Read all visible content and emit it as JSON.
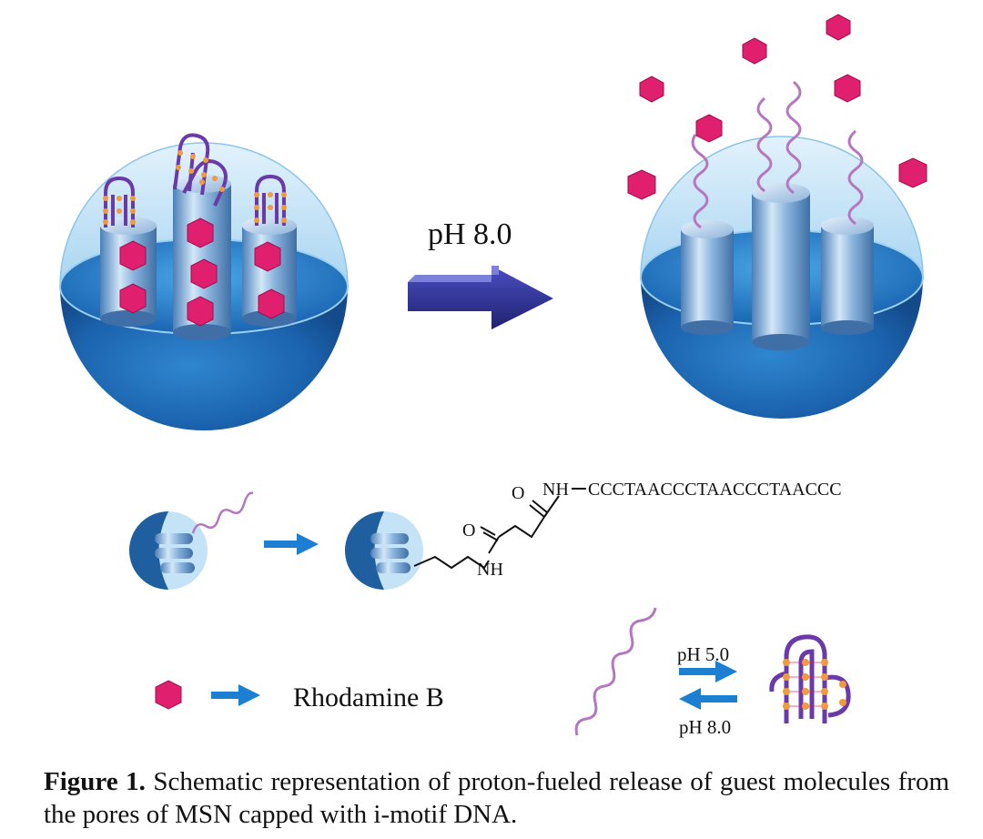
{
  "figure": {
    "arrow_main_label": "pH 8.0",
    "chem_nh_top": "NH",
    "chem_sequence": "CCCTAACCCTAACCCTAACCC",
    "chem_o_top": "O",
    "chem_o_bottom": "O",
    "chem_nh_bottom": "NH",
    "legend_label": "Rhodamine B",
    "eq_forward_label": "pH 5.0",
    "eq_reverse_label": "pH 8.0"
  },
  "caption": {
    "label": "Figure 1.",
    "text": "Schematic representation of proton-fueled release of guest molecules from the pores of MSN capped with i-motif DNA."
  },
  "colors": {
    "sphere_light": "#bfe3f7",
    "sphere_dark": "#1f6fb8",
    "cylinder": "#5a93c6",
    "cube": "#e0206e",
    "dna_strand": "#b477c0",
    "imotif": "#6a3aa8",
    "imotif_dots": "#f19a3e",
    "big_arrow": "#2d2f8f",
    "small_arrow": "#1c7fd1"
  },
  "icons": {
    "cargo": "cube-icon",
    "pore": "cylinder-icon",
    "strand": "dna-strand-icon",
    "folded": "i-motif-icon"
  }
}
